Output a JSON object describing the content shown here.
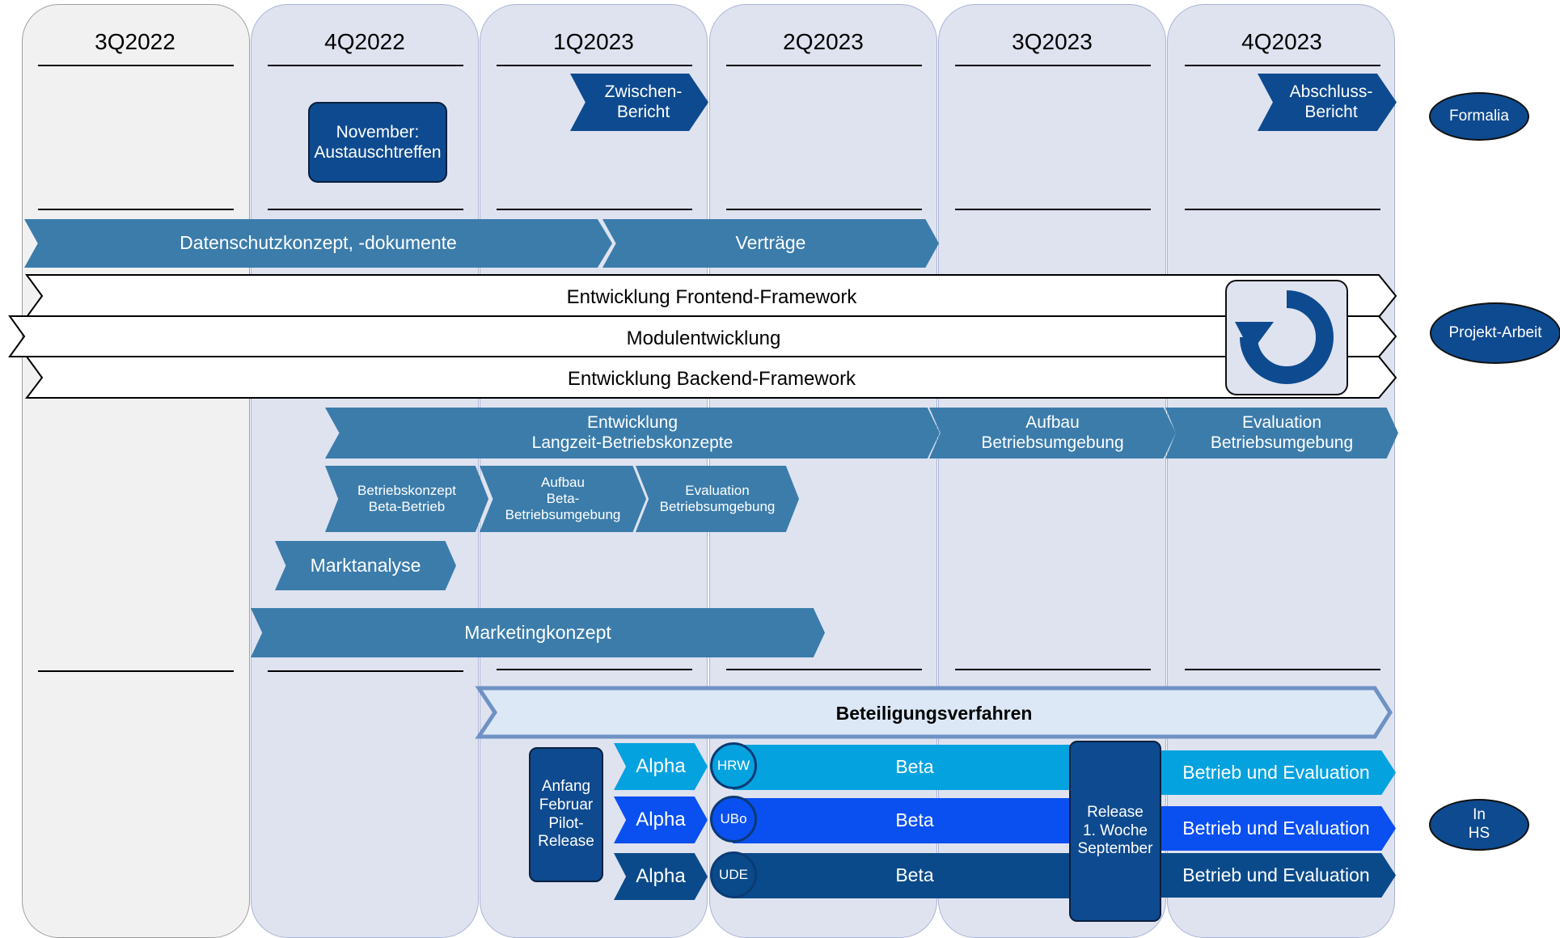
{
  "quarters": [
    "3Q2022",
    "4Q2022",
    "1Q2023",
    "2Q2023",
    "3Q2023",
    "4Q2023"
  ],
  "colors": {
    "column_first": "#f1f1f2",
    "column_other": "#dfe3f0",
    "steel_blue": "#3b7cab",
    "navy": "#0e4a8f",
    "light_blue": "#05a2e0",
    "bright_blue": "#0a4ff0",
    "dark_blue": "#0b4a8a",
    "participation_bg": "#dce8f6",
    "participation_border": "#6f92c5"
  },
  "formalia": {
    "meeting": "November:\nAustauschtreffen",
    "interim_report": "Zwischen-\nBericht",
    "final_report": "Abschluss-\nBericht"
  },
  "categories": {
    "formalia": "Formalia",
    "project_work": "Projekt-Arbeit",
    "in_hs": "In\nHS"
  },
  "phases": {
    "data_protection": "Datenschutzkonzept, -dokumente",
    "contracts": "Verträge"
  },
  "development": {
    "frontend": "Entwicklung Frontend-Framework",
    "modules": "Modulentwicklung",
    "backend": "Entwicklung Backend-Framework",
    "cycle_icon": "refresh-cycle-icon"
  },
  "operations": {
    "longterm": "Entwicklung\nLangzeit-Betriebskonzepte",
    "setup_env": "Aufbau\nBetriebsumgebung",
    "eval_env": "Evaluation\nBetriebsumgebung",
    "beta_concept": "Betriebskonzept\nBeta-Betrieb",
    "beta_setup": "Aufbau\nBeta-\nBetriebsumgebung",
    "beta_eval": "Evaluation\nBetriebsumgebung"
  },
  "marketing": {
    "analysis": "Marktanalyse",
    "concept": "Marketingkonzept"
  },
  "participation": {
    "title": "Beteiligungsverfahren",
    "pilot": "Anfang\nFebruar\nPilot-\nRelease",
    "release": "Release\n1. Woche\nSeptember",
    "tracks": [
      {
        "site": "HRW",
        "alpha": "Alpha",
        "beta": "Beta",
        "operation": "Betrieb und Evaluation"
      },
      {
        "site": "UBo",
        "alpha": "Alpha",
        "beta": "Beta",
        "operation": "Betrieb und Evaluation"
      },
      {
        "site": "UDE",
        "alpha": "Alpha",
        "beta": "Beta",
        "operation": "Betrieb und Evaluation"
      }
    ]
  }
}
